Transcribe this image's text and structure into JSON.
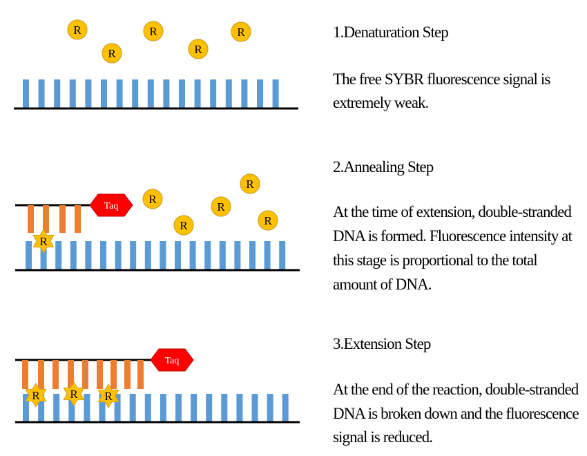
{
  "steps": [
    {
      "title": "1.Denaturation Step",
      "lines": [
        "The free SYBR fluorescence signal is",
        "extremely weak."
      ]
    },
    {
      "title": "2.Annealing Step",
      "lines": [
        "At the time of extension, double-stranded",
        "DNA is formed. Fluorescence intensity at",
        "this stage is proportional to the total",
        "amount of DNA."
      ]
    },
    {
      "title": "3.Extension Step",
      "lines": [
        "At the end of the reaction, double-stranded",
        "DNA is broken down and the fluorescence",
        "signal is reduced."
      ]
    }
  ],
  "dye_label": "R",
  "polymerase_label": "Taq",
  "colors": {
    "template_base": "#5b9bd5",
    "new_base": "#ed7d31",
    "dye_fill": "#ffc000",
    "dye_stroke": "#c9a227",
    "polymerase": "#ff0000",
    "backbone": "#000000"
  }
}
